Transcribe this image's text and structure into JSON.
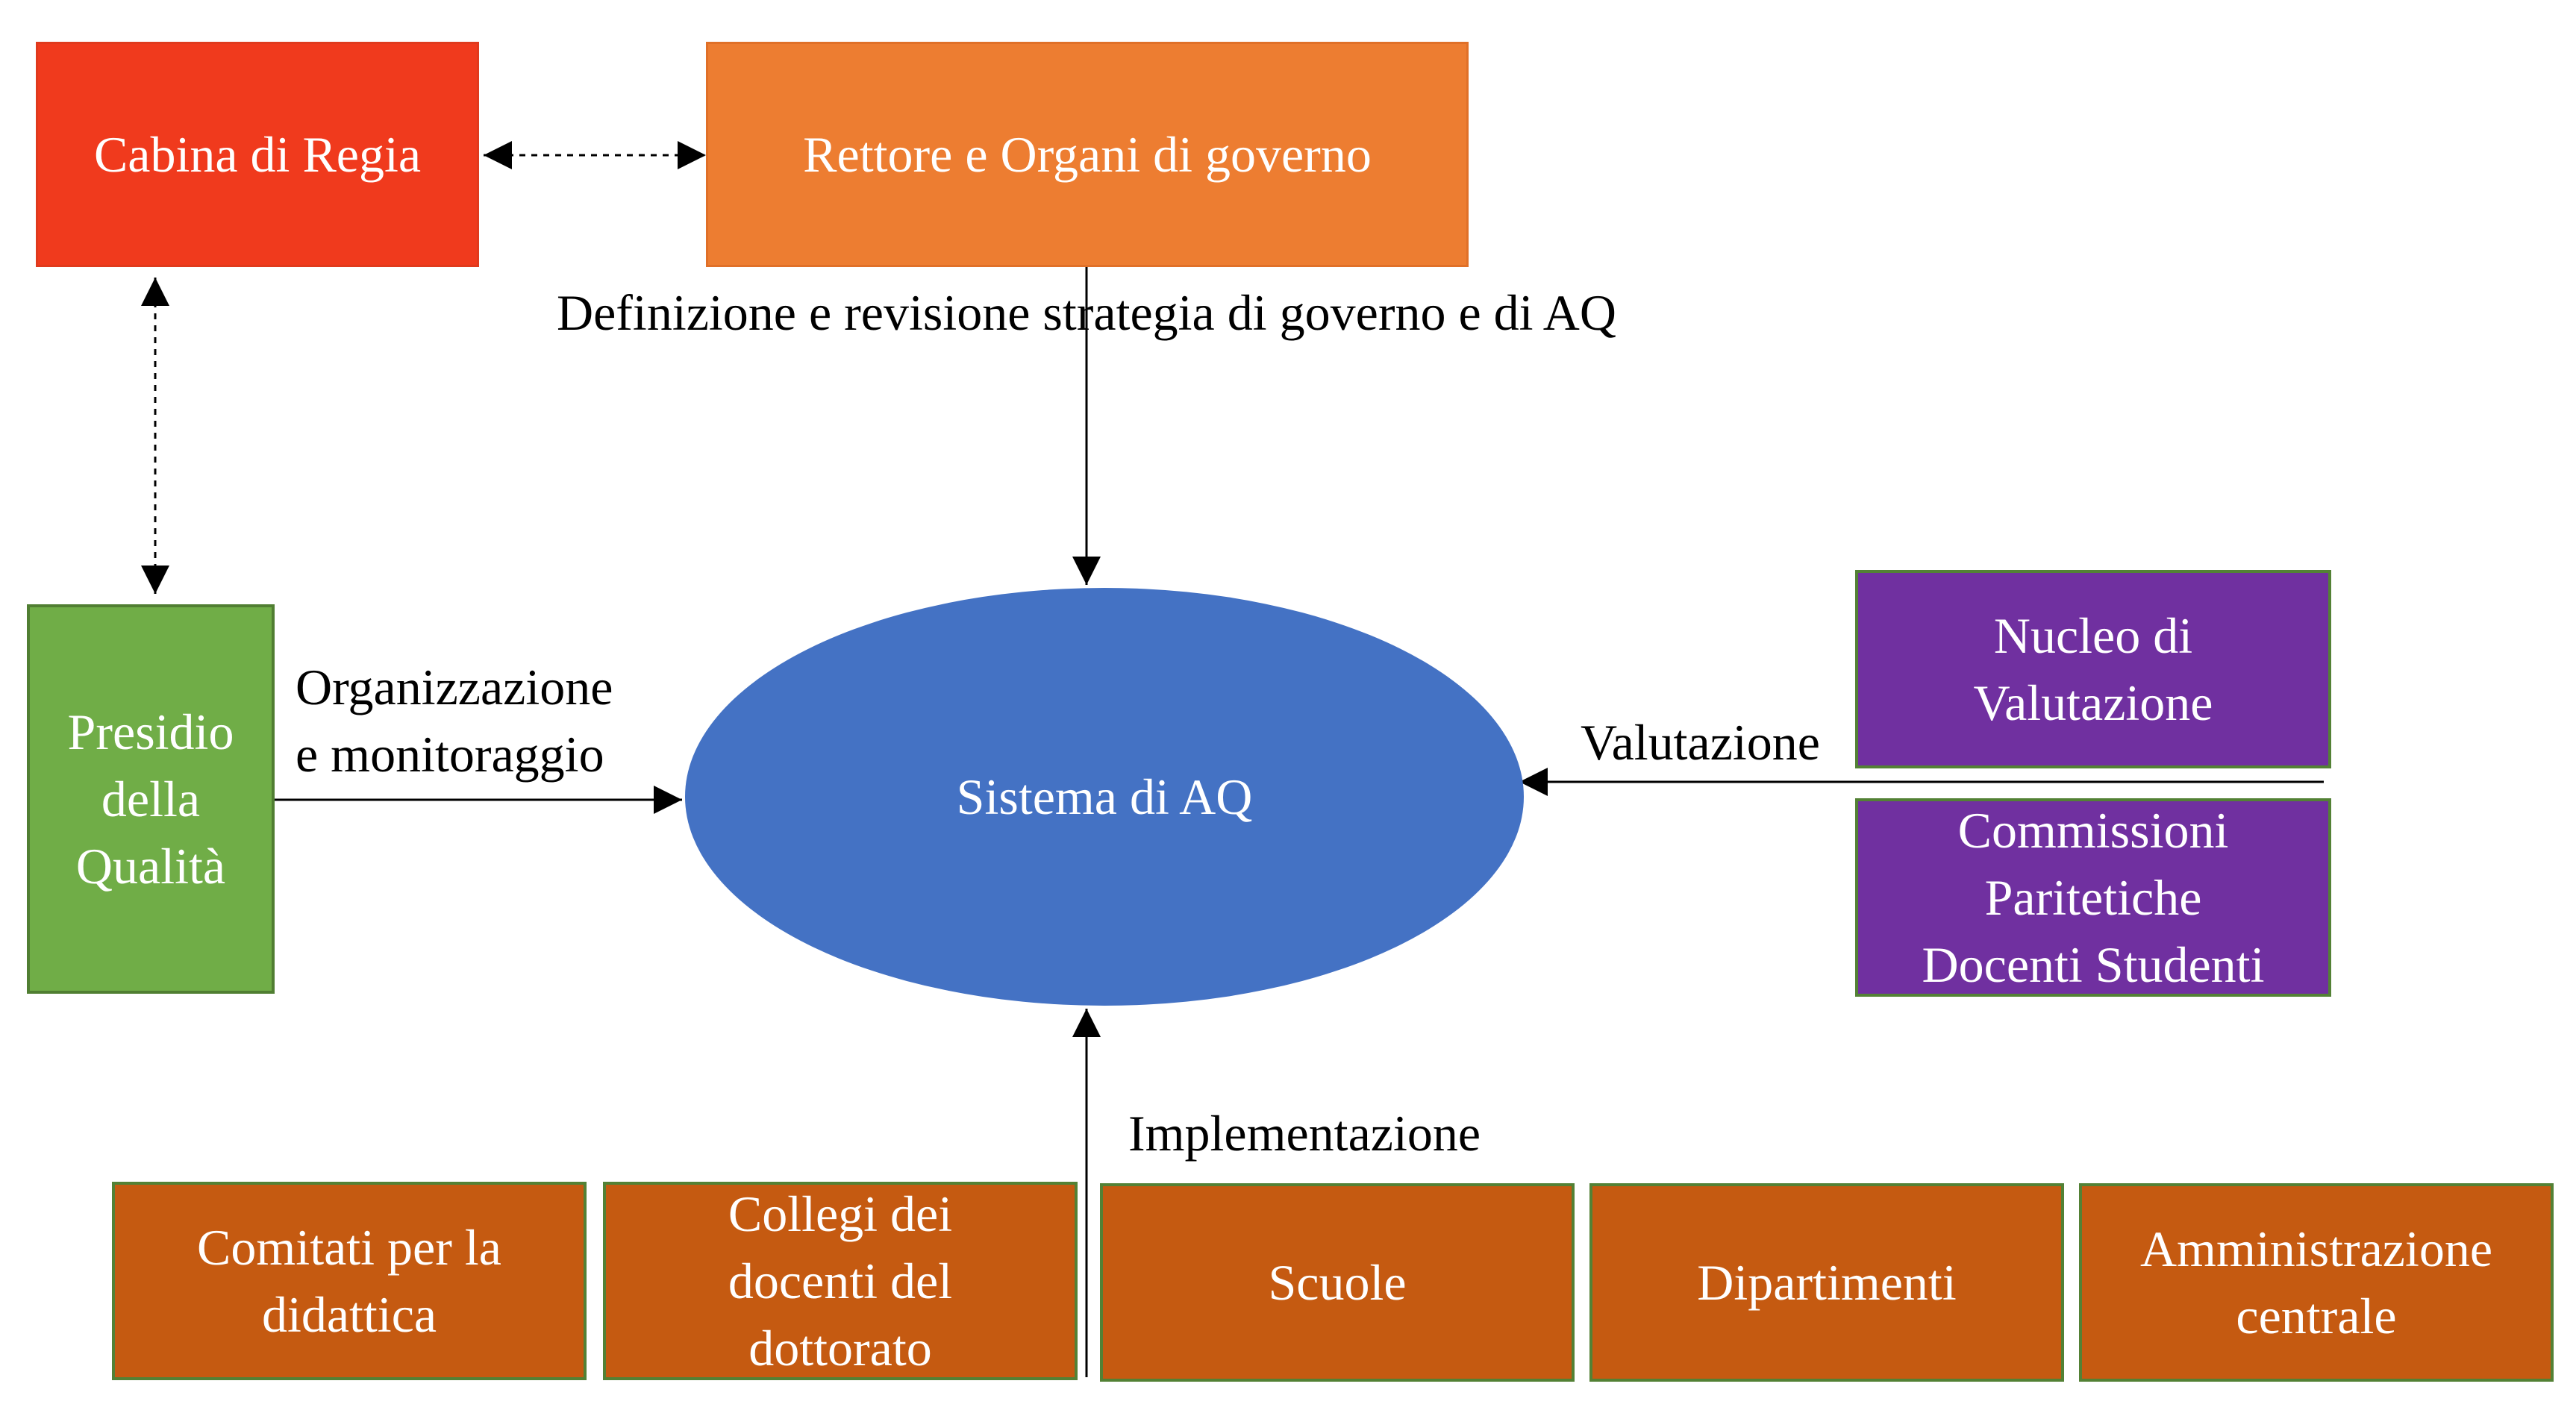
{
  "colors": {
    "red": "#f03a1d",
    "orange": "#ed7d31",
    "green": "#70ad47",
    "blue": "#4472c4",
    "purple": "#7030a0",
    "rust": "#c55a11",
    "green_border": "#507e32",
    "red_border": "#bf2d16",
    "orange_border": "#c7652a",
    "purple_border": "#5a8a3a",
    "rust_border": "#5a8a3a"
  },
  "nodes": {
    "cabina": "Cabina di Regia",
    "rettore": "Rettore e Organi di governo",
    "presidio": "Presidio\ndella\nQualità",
    "sistema": "Sistema di AQ",
    "nucleo": "Nucleo di\nValutazione",
    "commissioni": "Commissioni\nParitetiche\nDocenti Studenti",
    "comitati": "Comitati per la\ndidattica",
    "collegi": "Collegi dei\ndocenti del\ndottorato",
    "scuole": "Scuole",
    "dipartimenti": "Dipartimenti",
    "amministrazione": "Amministrazione\ncentrale"
  },
  "labels": {
    "definizione": "Definizione e revisione strategia di governo e di AQ",
    "organizzazione": "Organizzazione\ne monitoraggio",
    "valutazione": "Valutazione",
    "implementazione": "Implementazione"
  }
}
